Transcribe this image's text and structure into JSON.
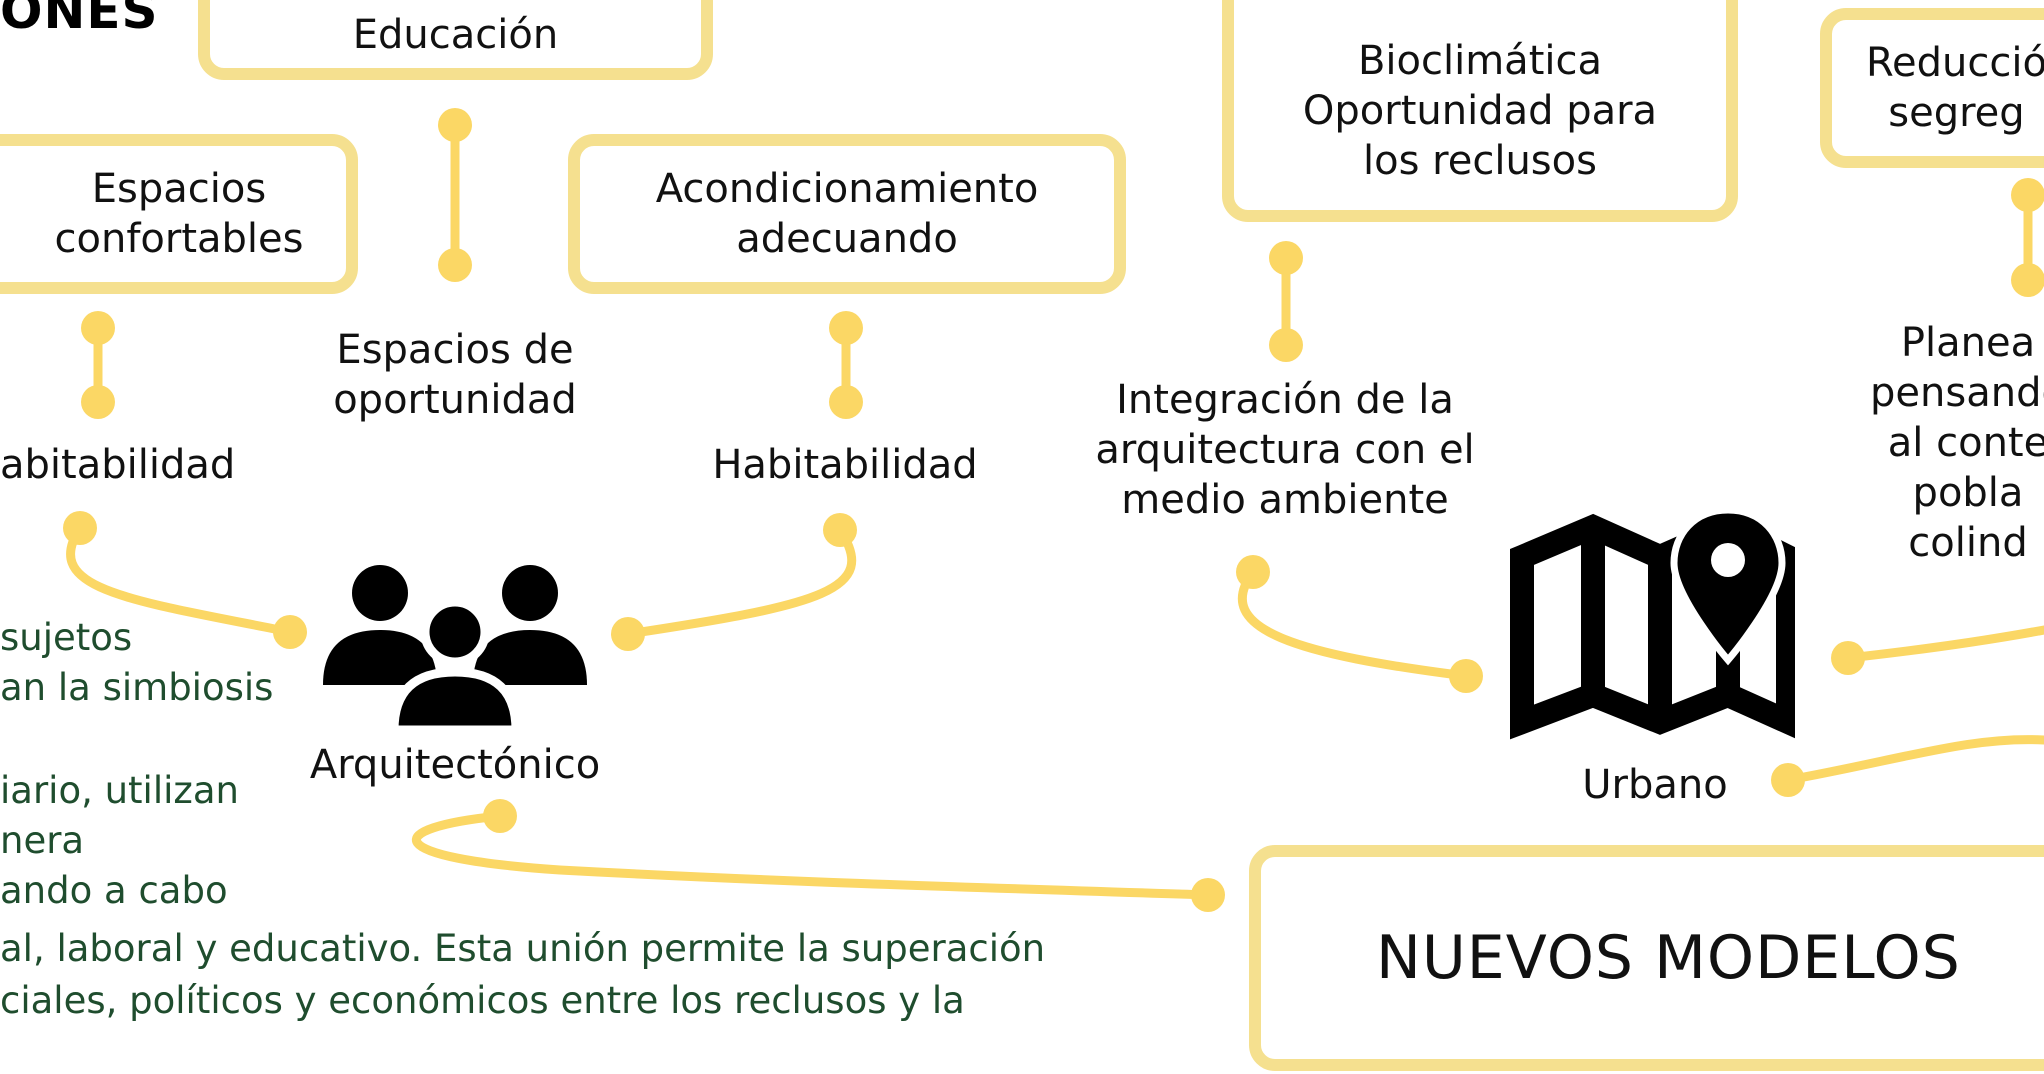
{
  "header": {
    "title_fragment": "ONES"
  },
  "colors": {
    "accent": "#f5e08f",
    "connector": "#fbd765",
    "body_text": "#1f4d2e",
    "icon": "#000000"
  },
  "boxes": {
    "educacion": "Educación",
    "espacios_confortables": "Espacios\nconfortables",
    "acondicionamiento": "Acondicionamiento\nadecuando",
    "bioclimatica": "Bioclimática\nOportunidad para\nlos reclusos",
    "reduccion": "Reducció\nsegreg",
    "nuevos_modelos": "NUEVOS MODELOS"
  },
  "labels": {
    "espacios_oportunidad": "Espacios de\noportunidad",
    "habitabilidad_left": "abitabilidad",
    "habitabilidad_right": "Habitabilidad",
    "integracion": "Integración de la\narquitectura con el\nmedio ambiente",
    "planea": "Planea\npensando\nal conte\npobla\ncolind",
    "arquitectonico": "Arquitectónico",
    "urbano": "Urbano"
  },
  "icons": {
    "people": "group-people-icon",
    "map": "map-pin-icon"
  },
  "paragraph": {
    "lines": [
      "sujetos",
      "an la simbiosis",
      "iario, utilizan",
      "nera",
      "ando a cabo",
      "al, laboral y educativo. Esta unión permite la superación",
      "ciales, políticos y económicos entre los reclusos y la"
    ]
  }
}
